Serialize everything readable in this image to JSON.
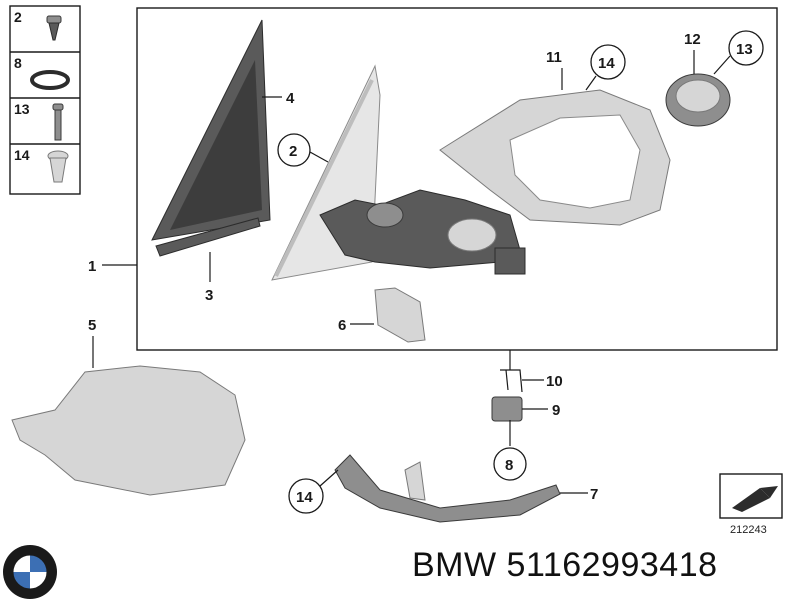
{
  "legend": {
    "rows": [
      {
        "number": "2",
        "icon": "screw-icon"
      },
      {
        "number": "8",
        "icon": "o-ring-icon"
      },
      {
        "number": "13",
        "icon": "long-screw-icon"
      },
      {
        "number": "14",
        "icon": "flange-screw-icon"
      }
    ]
  },
  "callouts": {
    "c1": "1",
    "c2": "2",
    "c3": "3",
    "c4": "4",
    "c5": "5",
    "c6": "6",
    "c7": "7",
    "c8": "8",
    "c9": "9",
    "c10": "10",
    "c11": "11",
    "c12": "12",
    "c13": "13",
    "c14a": "14",
    "c14b": "14"
  },
  "diagram_code": "212243",
  "brand_line": "BMW 51162993418",
  "colors": {
    "line": "#1a1a1a",
    "part_dark": "#5a5a5a",
    "part_light": "#d6d6d6"
  }
}
